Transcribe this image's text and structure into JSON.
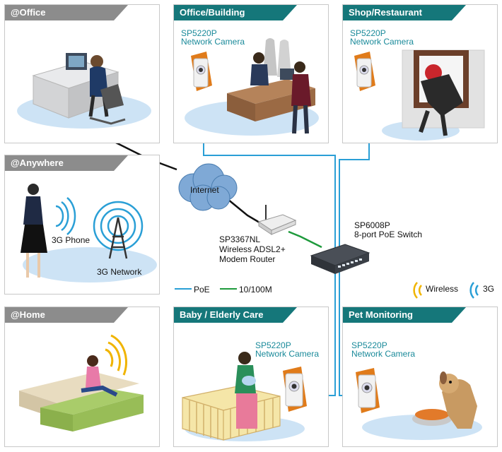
{
  "panels": {
    "office": {
      "title": "@Office"
    },
    "office_building": {
      "title": "Office/Building",
      "camera_model": "SP5220P",
      "camera_type": "Network Camera"
    },
    "shop": {
      "title": "Shop/Restaurant",
      "camera_model": "SP5220P",
      "camera_type": "Network Camera"
    },
    "anywhere": {
      "title": "@Anywhere",
      "phone_label": "3G Phone",
      "network_label": "3G Network"
    },
    "home": {
      "title": "@Home"
    },
    "baby": {
      "title": "Baby / Elderly Care",
      "camera_model": "SP5220P",
      "camera_type": "Network Camera"
    },
    "pet": {
      "title": "Pet Monitoring",
      "camera_model": "SP5220P",
      "camera_type": "Network Camera"
    }
  },
  "internet_label": "Internet",
  "router": {
    "model": "SP3367NL",
    "line1": "Wireless ADSL2+",
    "line2": "Modem Router"
  },
  "switch": {
    "model": "SP6008P",
    "desc": "8-port PoE Switch"
  },
  "legend": {
    "poe": "PoE",
    "lan": "10/100M",
    "wireless": "Wireless",
    "threeg": "3G"
  },
  "colors": {
    "poe": "#2a9fd6",
    "lan": "#1e9a3c",
    "wan": "#111111",
    "tab_gray": "#8c8c8c",
    "tab_teal": "#15777a",
    "floor": "#cde3f5"
  }
}
